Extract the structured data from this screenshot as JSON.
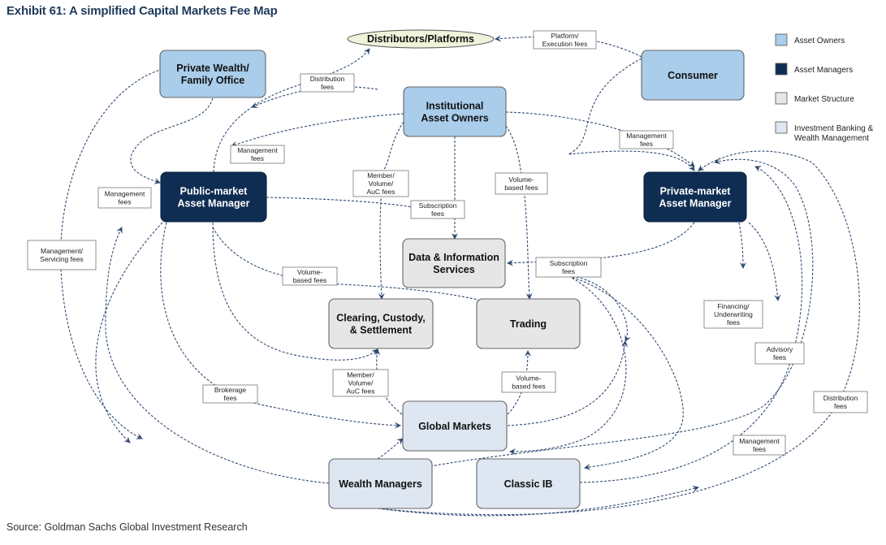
{
  "title": "Exhibit 61: A simplified Capital Markets Fee Map",
  "source": "Source: Goldman Sachs Global Investment Research",
  "colors": {
    "asset_owners": "#a9cdea",
    "asset_managers": "#0f2d52",
    "market_structure": "#e6e6e6",
    "ib_wm": "#dde6f1",
    "edge": "#2f4a72",
    "title": "#1f3a5c"
  },
  "legend": [
    {
      "label": "Asset Owners",
      "cat": "asset_owners"
    },
    {
      "label": "Asset Managers",
      "cat": "asset_managers"
    },
    {
      "label": "Market Structure",
      "cat": "market_structure"
    },
    {
      "label": "Investment Banking &",
      "label2": "Wealth Management",
      "cat": "ib_wm"
    }
  ],
  "nodes": {
    "distributors": {
      "lines": [
        "Distributors/Platforms"
      ],
      "cat": "distributors"
    },
    "private_wealth": {
      "lines": [
        "Private Wealth/",
        "Family Office"
      ],
      "cat": "asset_owners"
    },
    "consumer": {
      "lines": [
        "Consumer"
      ],
      "cat": "asset_owners"
    },
    "institutional": {
      "lines": [
        "Institutional",
        "Asset Owners"
      ],
      "cat": "asset_owners"
    },
    "public_am": {
      "lines": [
        "Public-market",
        "Asset Manager"
      ],
      "cat": "asset_managers"
    },
    "private_am": {
      "lines": [
        "Private-market",
        "Asset Manager"
      ],
      "cat": "asset_managers"
    },
    "data_info": {
      "lines": [
        "Data & Information",
        "Services"
      ],
      "cat": "market_structure"
    },
    "clearing": {
      "lines": [
        "Clearing, Custody,",
        "& Settlement"
      ],
      "cat": "market_structure"
    },
    "trading": {
      "lines": [
        "Trading"
      ],
      "cat": "market_structure"
    },
    "global_markets": {
      "lines": [
        "Global Markets"
      ],
      "cat": "ib_wm"
    },
    "wealth_managers": {
      "lines": [
        "Wealth Managers"
      ],
      "cat": "ib_wm"
    },
    "classic_ib": {
      "lines": [
        "Classic IB"
      ],
      "cat": "ib_wm"
    }
  },
  "fee_labels": {
    "platform_exec": [
      "Platform/",
      "Execution fees"
    ],
    "distribution_top": [
      "Distribution",
      "fees"
    ],
    "mgmt_inst_pub": [
      "Management",
      "fees"
    ],
    "mgmt_pw_pub": [
      "Management",
      "fees"
    ],
    "mgmt_inst_priv": [
      "Management",
      "fees"
    ],
    "member_vol_auc_top": [
      "Member/",
      "Volume/",
      "AuC fees"
    ],
    "volume_top": [
      "Volume-",
      "based fees"
    ],
    "subscription_left": [
      "Subscription",
      "fees"
    ],
    "subscription_right": [
      "Subscription",
      "fees"
    ],
    "mgmt_servicing": [
      "Management/",
      "Servicing fees"
    ],
    "volume_mid": [
      "Volume-",
      "based fees"
    ],
    "financing": [
      "Financing/",
      "Underwriting",
      "fees"
    ],
    "advisory": [
      "Advisory",
      "fees"
    ],
    "member_vol_auc_bottom": [
      "Member/",
      "Volume/",
      "AuC fees"
    ],
    "volume_bottom": [
      "Volume-",
      "based fees"
    ],
    "brokerage": [
      "Brokerage",
      "fees"
    ],
    "distribution_right": [
      "Distribution",
      "fees"
    ],
    "mgmt_bottom": [
      "Management",
      "fees"
    ]
  }
}
